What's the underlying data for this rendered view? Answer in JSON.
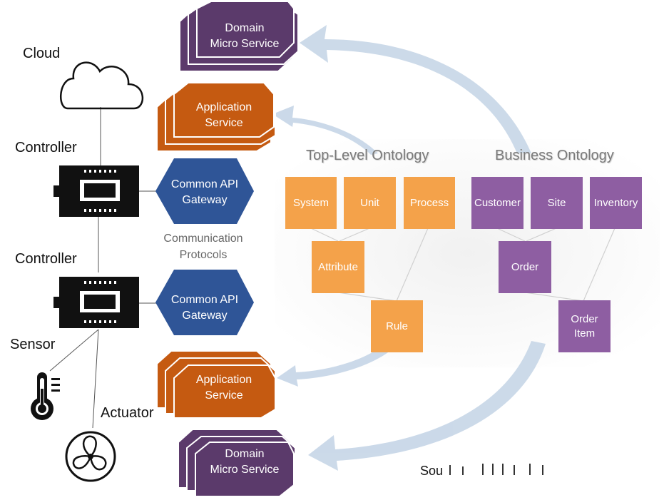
{
  "colors": {
    "domain": "#5b3a6b",
    "application": "#c55a11",
    "gateway": "#2f5597",
    "top_level_box": "#f4a24a",
    "business_box": "#8e5ea2",
    "arrow": "#c5d5e6"
  },
  "left_labels": {
    "cloud": "Cloud",
    "controller_top": "Controller",
    "controller_bottom": "Controller",
    "sensor": "Sensor",
    "actuator": "Actuator"
  },
  "icons": [
    "cloud-icon",
    "chip-icon",
    "thermometer-icon",
    "fan-icon"
  ],
  "services": {
    "domain_top": [
      "Domain",
      "Micro Service"
    ],
    "app_top": [
      "Application",
      "Service"
    ],
    "gateway_top": [
      "Common API",
      "Gateway"
    ],
    "protocols": [
      "Communication",
      "Protocols"
    ],
    "gateway_bottom": [
      "Common API",
      "Gateway"
    ],
    "app_bottom": [
      "Application",
      "Service"
    ],
    "domain_bottom": [
      "Domain",
      "Micro Service"
    ]
  },
  "top_level": {
    "title": "Top-Level Ontology",
    "system": "System",
    "unit": "Unit",
    "process": "Process",
    "attribute": "Attribute",
    "rule": "Rule"
  },
  "business": {
    "title": "Business Ontology",
    "customer": "Customer",
    "site": "Site",
    "inventory": "Inventory",
    "order": "Order",
    "order_item": [
      "Order",
      "Item"
    ]
  },
  "footer_text": "Sou"
}
